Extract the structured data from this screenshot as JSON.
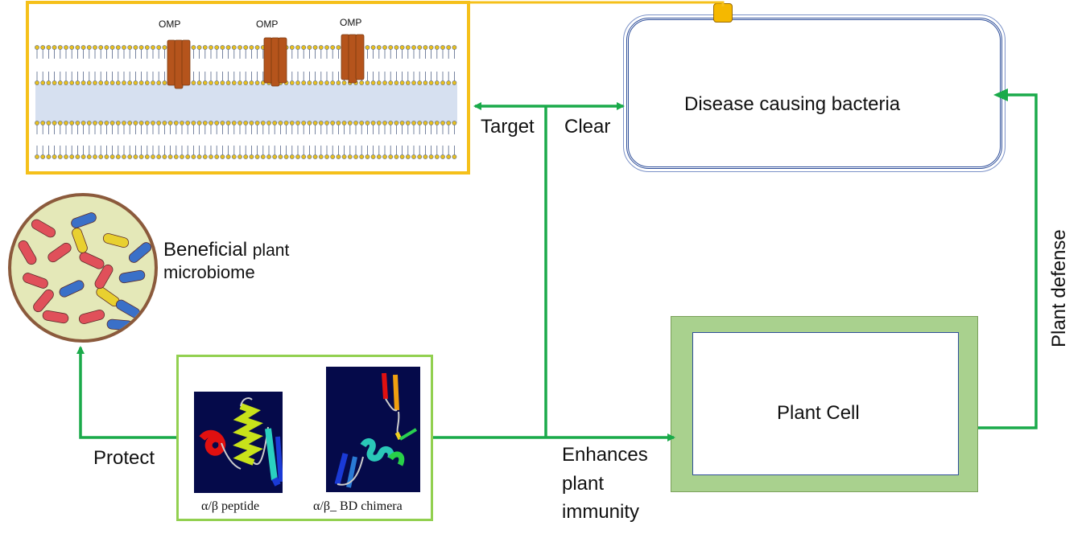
{
  "membrane_panel": {
    "omp_labels": [
      "OMP",
      "OMP",
      "OMP"
    ]
  },
  "bacteria": {
    "label": "Disease causing bacteria"
  },
  "arrows": {
    "target_label": "Target",
    "clear_label": "Clear",
    "protect_label": "Protect",
    "enhances_line1": "Enhances",
    "enhances_line2": "plant",
    "enhances_line3": "immunity",
    "plant_defense_label": "Plant defense"
  },
  "microbiome": {
    "label_part1": "Beneficial",
    "label_part2": "plant",
    "label_line2": "microbiome"
  },
  "plant_cell": {
    "label": "Plant Cell"
  },
  "peptides": {
    "peptide_caption": "α/β peptide",
    "chimera_caption": "α/β_ BD chimera"
  },
  "colors": {
    "arrow_green": "#1aaa4a",
    "membrane_border": "#f5c01a",
    "omp_brown": "#b5541c",
    "plant_cell_green": "#a9d18e",
    "bacteria_blue": "#2f4f9a",
    "peptide_border": "#92d050"
  }
}
